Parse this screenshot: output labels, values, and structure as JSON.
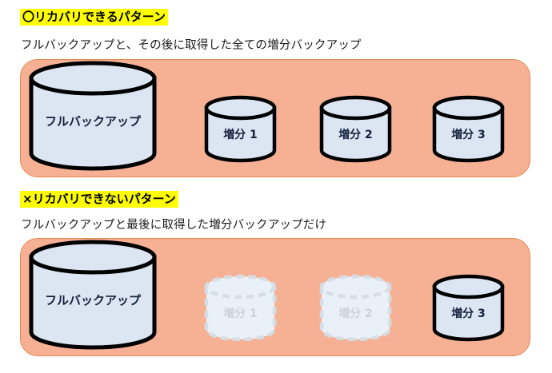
{
  "colors": {
    "panel_fill": "#f6b195",
    "panel_border": "#e8884f",
    "cylinder_fill": "#dce6f2",
    "cylinder_stroke": "#000000",
    "faded_fill": "#eaf0f7",
    "faded_stroke": "#d5dde5",
    "faded_text": "#c9d2dc",
    "highlight": "#ffff00",
    "text": "#000000"
  },
  "sections": [
    {
      "id": "recoverable",
      "heading": "〇リカバリできるパターン",
      "subtitle": "フルバックアップと、その後に取得した全ての増分バックアップ",
      "full_backup_label": "フルバックアップ",
      "increments": [
        {
          "label": "増分 1",
          "state": "active"
        },
        {
          "label": "増分 2",
          "state": "active"
        },
        {
          "label": "増分 3",
          "state": "active"
        }
      ]
    },
    {
      "id": "not-recoverable",
      "heading": "×リカバリできないパターン",
      "subtitle": "フルバックアップと最後に取得した増分バックアップだけ",
      "full_backup_label": "フルバックアップ",
      "increments": [
        {
          "label": "増分 1",
          "state": "faded"
        },
        {
          "label": "増分 2",
          "state": "faded"
        },
        {
          "label": "増分 3",
          "state": "active"
        }
      ]
    }
  ]
}
